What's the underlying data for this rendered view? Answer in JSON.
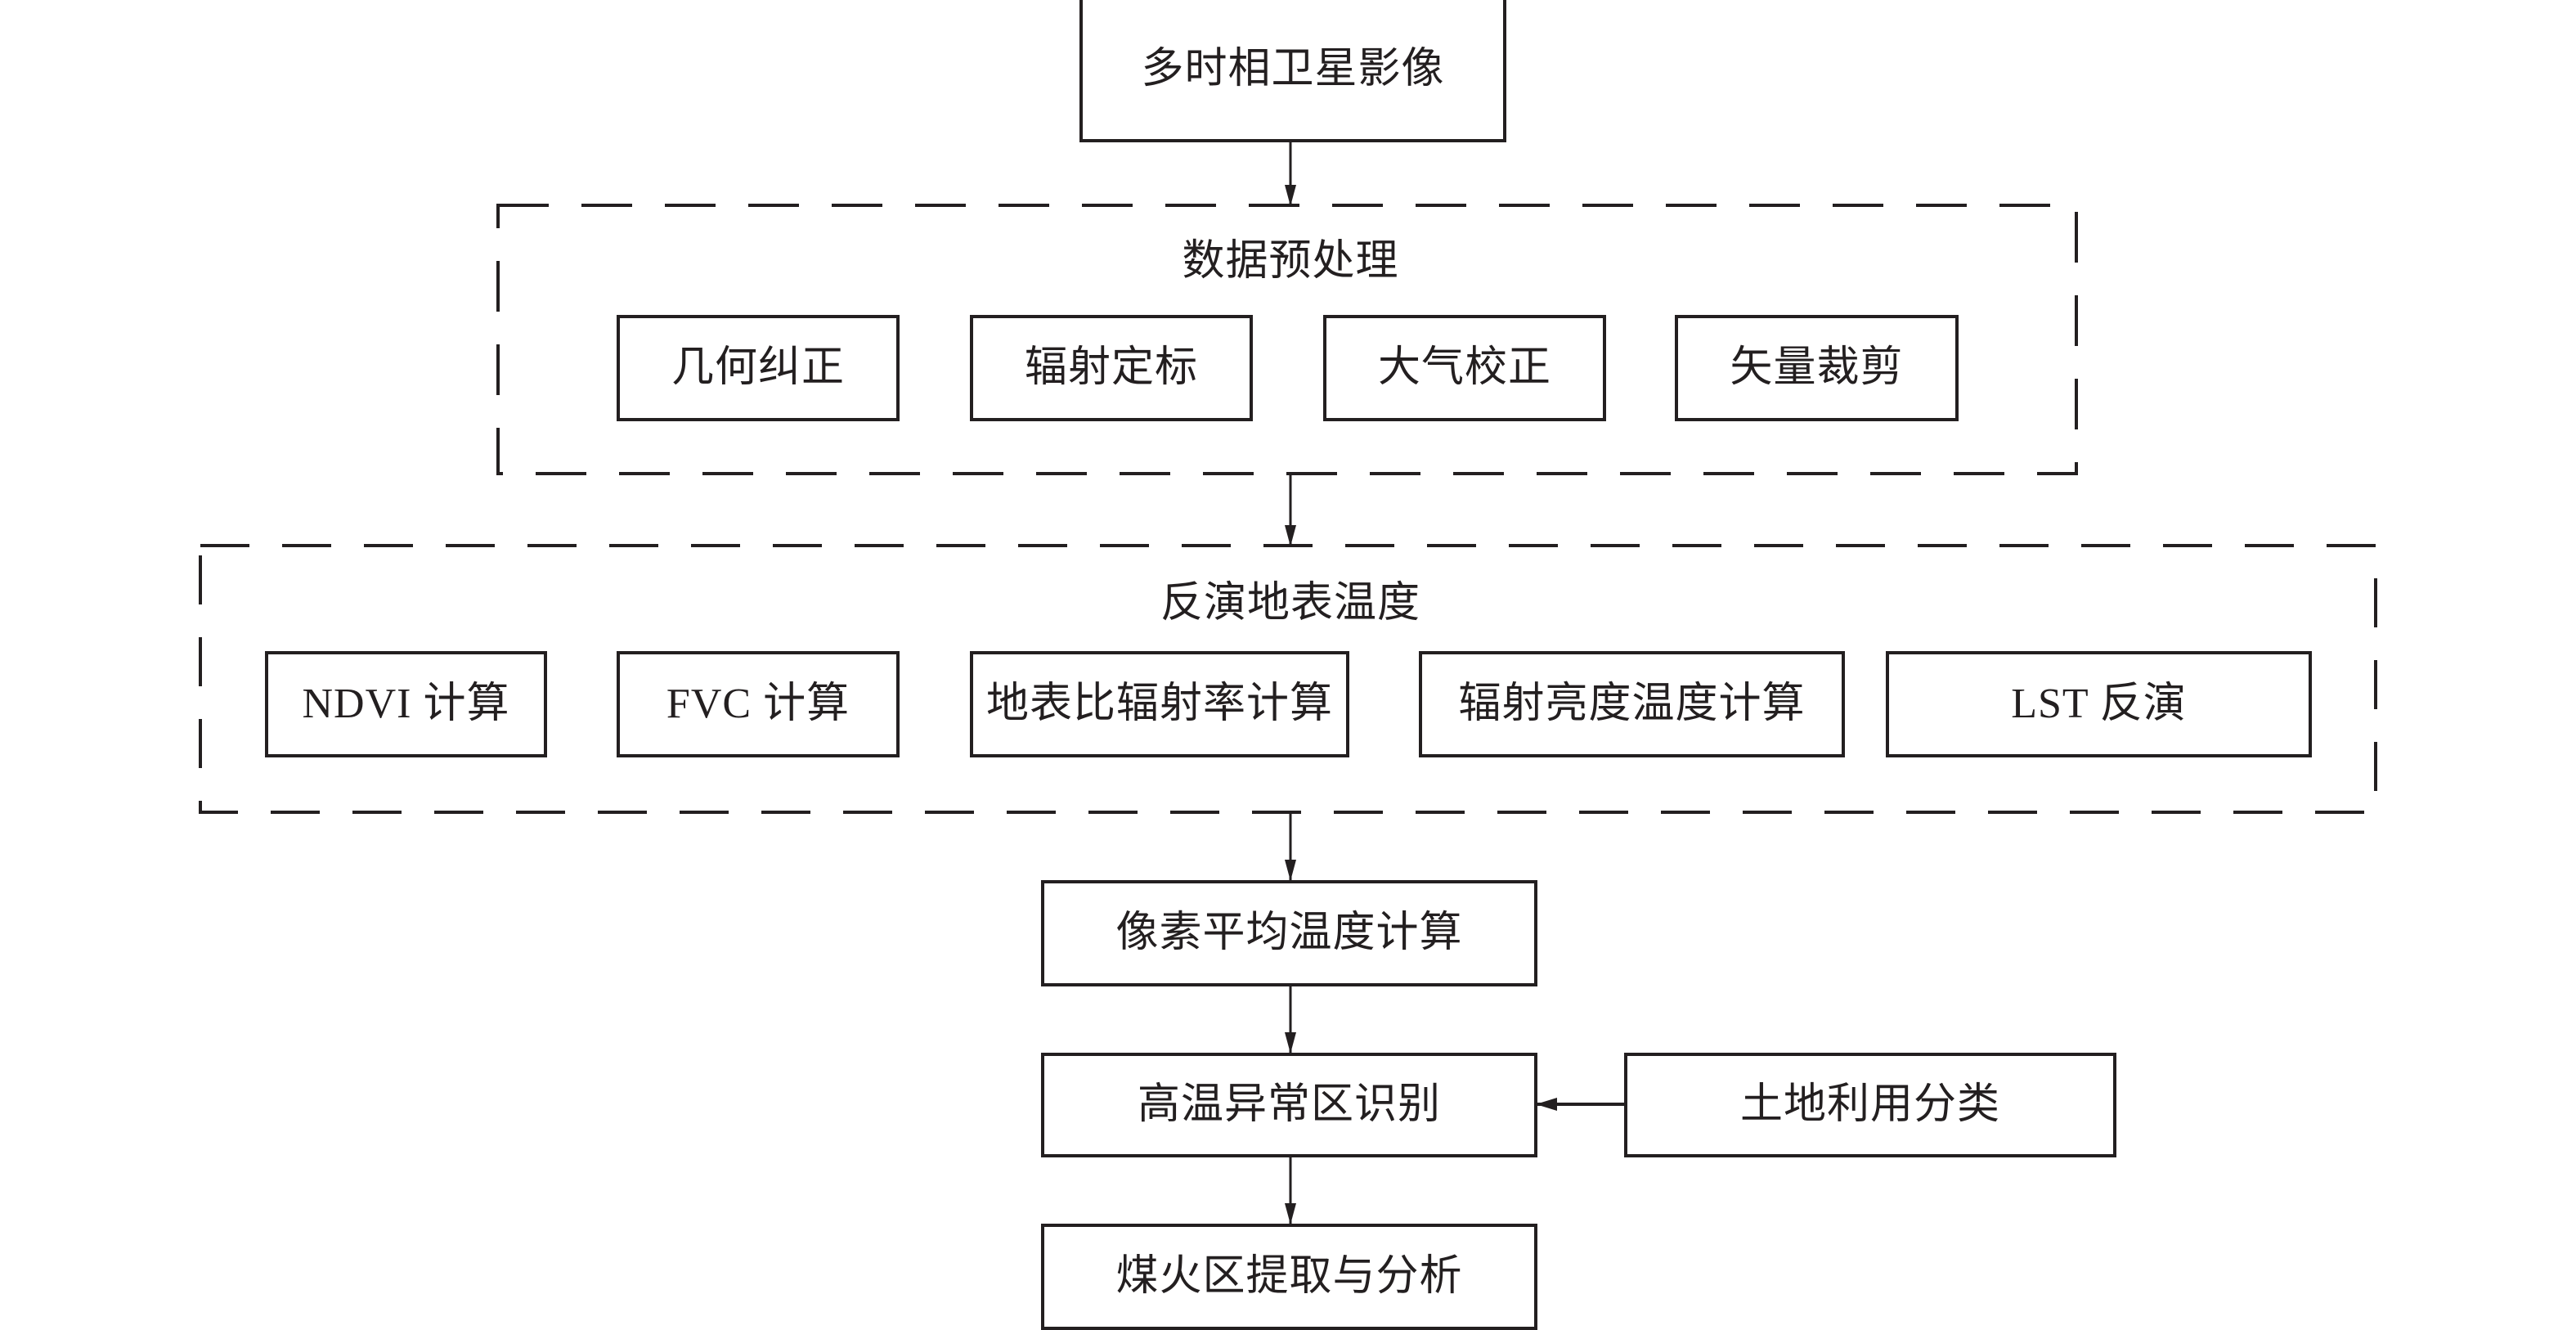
{
  "diagram": {
    "type": "flowchart",
    "colors": {
      "stroke": "#231f20",
      "background": "#ffffff"
    },
    "input": {
      "label": "多时相卫星影像"
    },
    "preprocessing": {
      "title": "数据预处理",
      "steps": [
        "几何纠正",
        "辐射定标",
        "大气校正",
        "矢量裁剪"
      ]
    },
    "inversion": {
      "title": "反演地表温度",
      "steps": [
        "NDVI 计算",
        "FVC 计算",
        "地表比辐射率计算",
        "辐射亮度温度计算",
        "LST 反演"
      ]
    },
    "pixel_mean": {
      "label": "像素平均温度计算"
    },
    "anomaly": {
      "label": "高温异常区识别"
    },
    "landuse": {
      "label": "土地利用分类"
    },
    "output": {
      "label": "煤火区提取与分析"
    },
    "edges": [
      {
        "from": "多时相卫星影像",
        "to": "数据预处理"
      },
      {
        "from": "数据预处理",
        "to": "反演地表温度"
      },
      {
        "from": "反演地表温度",
        "to": "像素平均温度计算"
      },
      {
        "from": "像素平均温度计算",
        "to": "高温异常区识别"
      },
      {
        "from": "土地利用分类",
        "to": "高温异常区识别"
      },
      {
        "from": "高温异常区识别",
        "to": "煤火区提取与分析"
      }
    ]
  }
}
